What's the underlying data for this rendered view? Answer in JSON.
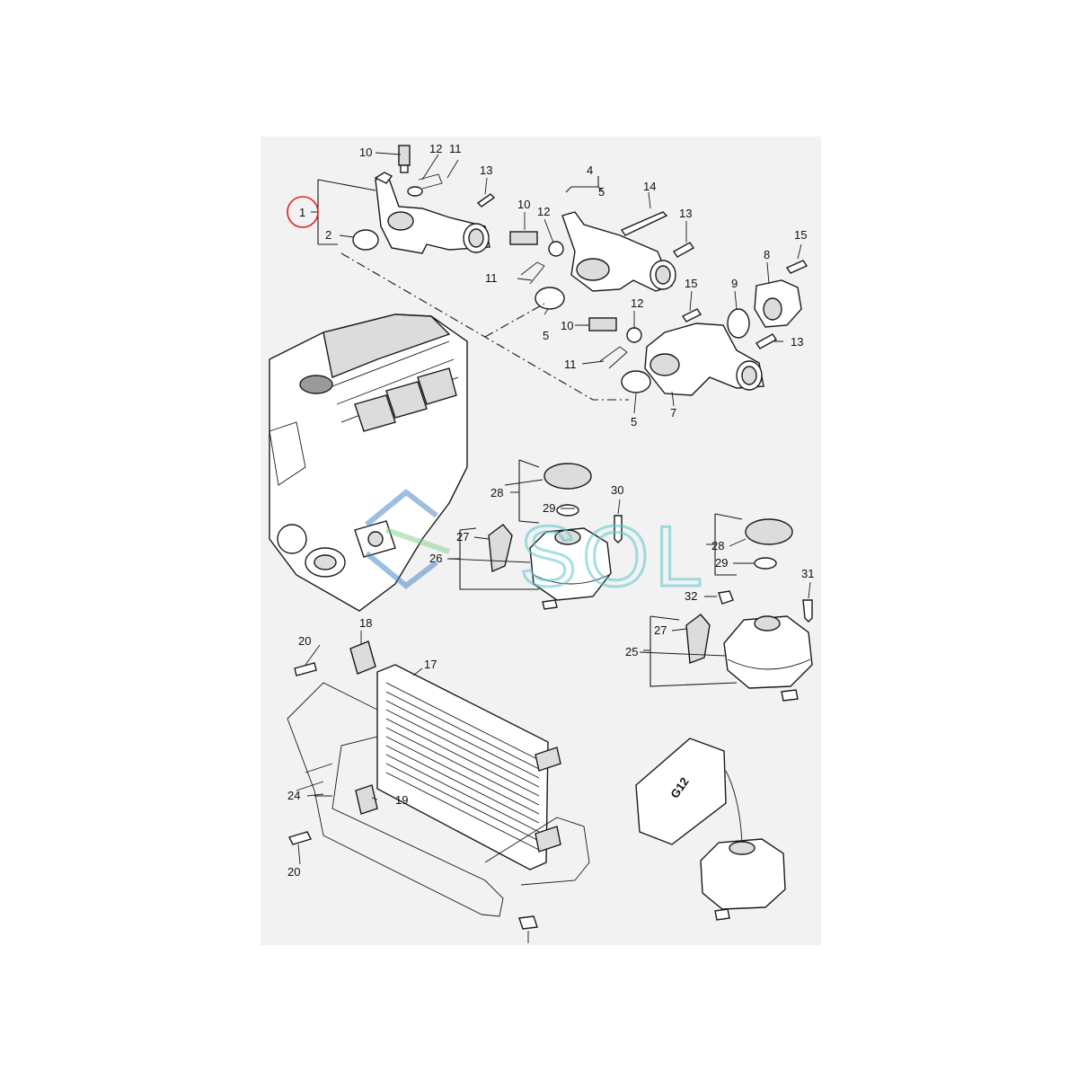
{
  "callouts": {
    "c1": "1",
    "c2": "2",
    "c4": "4",
    "c5a": "5",
    "c5b": "5",
    "c5c": "5",
    "c7": "7",
    "c8": "8",
    "c9": "9",
    "c10a": "10",
    "c10b": "10",
    "c10c": "10",
    "c11a": "11",
    "c11b": "11",
    "c11c": "11",
    "c12a": "12",
    "c12b": "12",
    "c12c": "12",
    "c13a": "13",
    "c13b": "13",
    "c13c": "13",
    "c14": "14",
    "c15a": "15",
    "c15b": "15",
    "c17": "17",
    "c18": "18",
    "c19": "19",
    "c20a": "20",
    "c20b": "20",
    "c24": "24",
    "c25": "25",
    "c26": "26",
    "c27a": "27",
    "c27b": "27",
    "c28a": "28",
    "c28b": "28",
    "c29a": "29",
    "c29b": "29",
    "c30": "30",
    "c31": "31",
    "c32": "32"
  },
  "coolant_label": "G12",
  "watermark": {
    "text": "SOL",
    "colors": {
      "teal": "#5bc6cf",
      "blue": "#3a7dc4",
      "green": "#7fcf8a"
    }
  },
  "highlight_color": "#e02020"
}
